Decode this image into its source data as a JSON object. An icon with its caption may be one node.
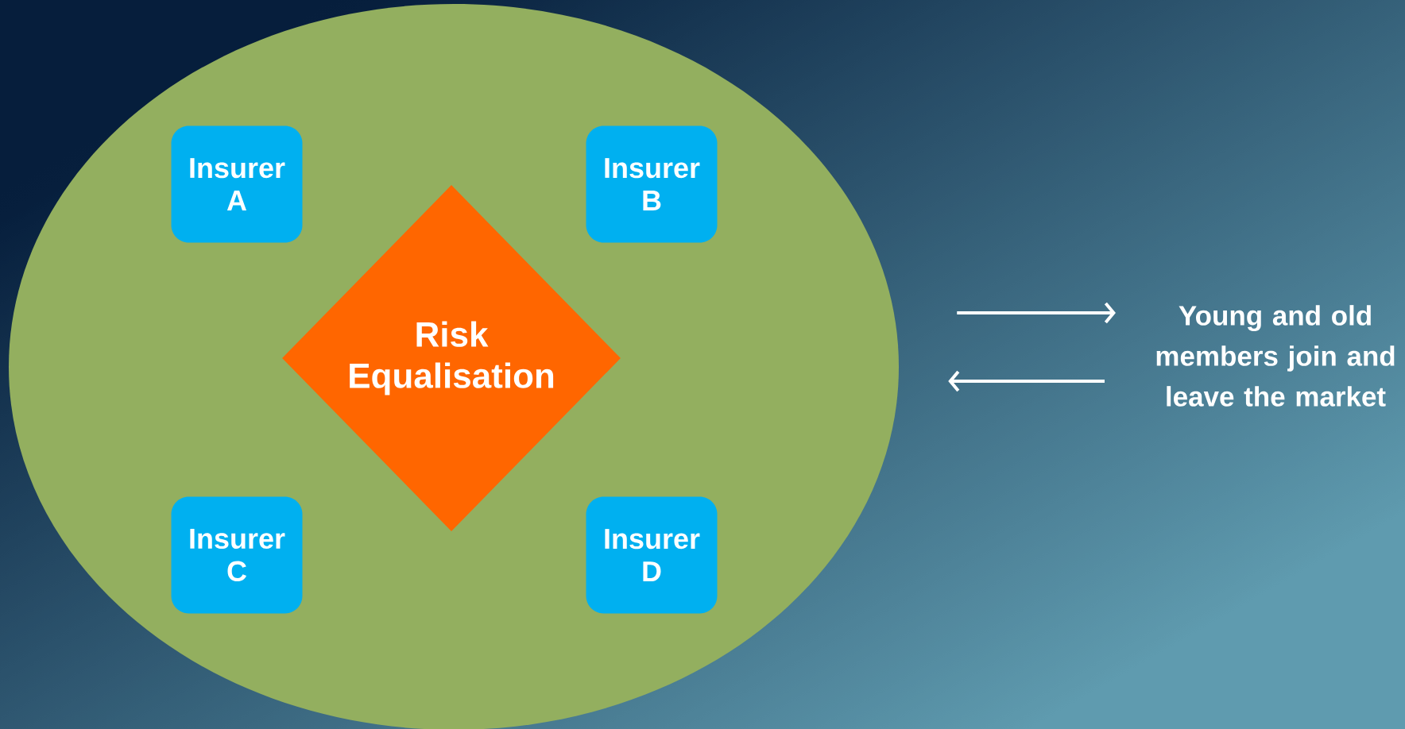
{
  "diagram": {
    "nodes": [
      {
        "text": [],
        "shape": "ellipse"
      },
      {
        "text": [
          "Insurer A"
        ],
        "in": 0
      },
      {
        "text": [
          "Insurer B"
        ],
        "in": 0
      },
      {
        "text": [
          "Risk Equalisation"
        ],
        "in": 0
      },
      {
        "text": [
          "Insurer C"
        ],
        "in": 0
      },
      {
        "text": [
          "Insurer D"
        ],
        "in": 0
      },
      {
        "text": [
          "Young and old members join and leave the market"
        ]
      }
    ],
    "edges": [
      {
        "from": 0,
        "to": 6,
        "arrow": "to"
      },
      {
        "from": 6,
        "to": 0,
        "arrow": "to"
      }
    ]
  }
}
